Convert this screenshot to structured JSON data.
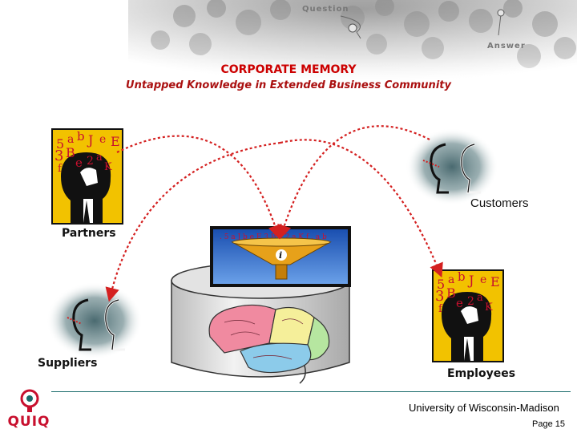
{
  "banner": {
    "question_label": "Question",
    "answer_label": "Answer"
  },
  "title": "CORPORATE MEMORY",
  "subtitle": "Untapped Knowledge in Extended Business Community",
  "nodes": {
    "customers": "Customers",
    "partners": "Partners",
    "suppliers": "Suppliers",
    "employees": "Employees"
  },
  "head_glyphs": "5abJe3BCe2aKf",
  "footer": {
    "university": "University of Wisconsin-Madison",
    "page": "Page 15",
    "logo_text": "QUIQ"
  },
  "colors": {
    "title": "#cc0000",
    "arrow": "#d42020",
    "panel_yellow": "#f2c200",
    "teal_line": "#1a6b6b"
  }
}
